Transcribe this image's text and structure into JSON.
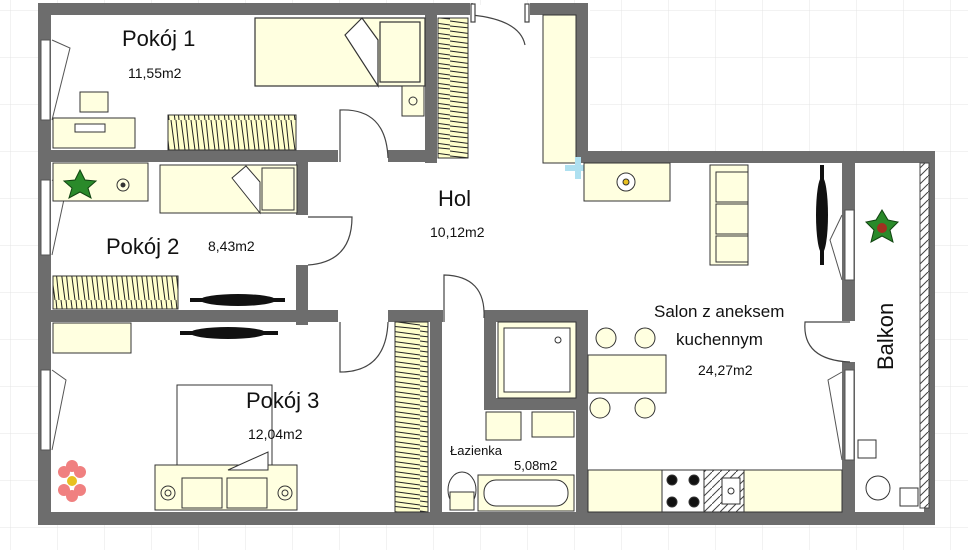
{
  "rooms": [
    {
      "name": "Pokój 1",
      "area": "11,55m2"
    },
    {
      "name": "Pokój 2",
      "area": "8,43m2"
    },
    {
      "name": "Pokój 3",
      "area": "12,04m2"
    },
    {
      "name": "Hol",
      "area": "10,12m2"
    },
    {
      "name": "Łazienka",
      "area": "5,08m2"
    },
    {
      "name_line1": "Salon z aneksem",
      "name_line2": "kuchennym",
      "area": "24,27m2"
    },
    {
      "name": "Balkon"
    }
  ],
  "colors": {
    "wall": "#6d6d6d",
    "furniture": "#ffffe0",
    "grid": "#e6e6e6",
    "wardrobe": "#ffffcc"
  }
}
